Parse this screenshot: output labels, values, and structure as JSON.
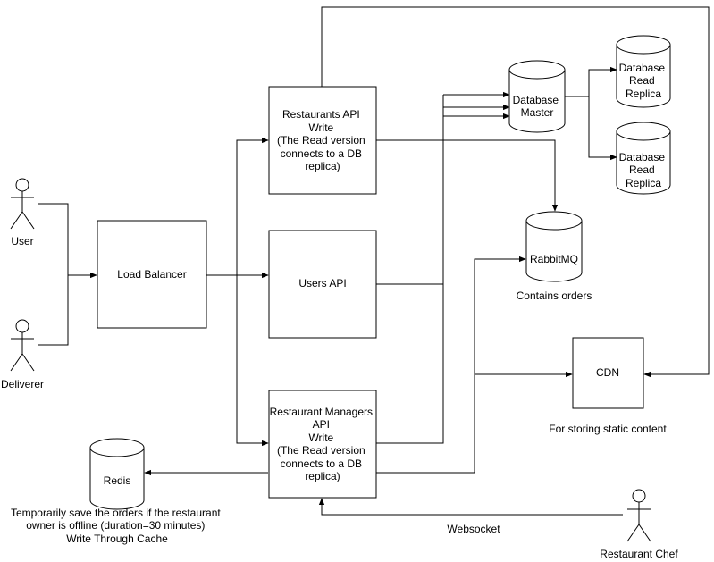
{
  "actors": {
    "user": "User",
    "deliverer": "Deliverer",
    "chef": "Restaurant Chef"
  },
  "nodes": {
    "load_balancer": "Load Balancer",
    "restaurants_api": [
      "Restaurants API",
      "Write",
      "(The Read version",
      "connects to a DB",
      "replica)"
    ],
    "users_api": "Users API",
    "managers_api": [
      "Restaurant Managers",
      "API",
      "Write",
      "(The Read version",
      "connects to a DB",
      "replica)"
    ],
    "db_master": [
      "Database",
      "Master"
    ],
    "db_replica_1": [
      "Database",
      "Read",
      "Replica"
    ],
    "db_replica_2": [
      "Database",
      "Read",
      "Replica"
    ],
    "rabbitmq": "RabbitMQ",
    "cdn": "CDN",
    "redis": "Redis"
  },
  "annotations": {
    "rabbitmq_note": "Contains orders",
    "cdn_note": "For storing static content",
    "redis_note": [
      "Temporarily save the orders if the restaurant",
      "owner is offline (duration=30 minutes)",
      "Write Through Cache"
    ],
    "websocket": "Websocket"
  }
}
